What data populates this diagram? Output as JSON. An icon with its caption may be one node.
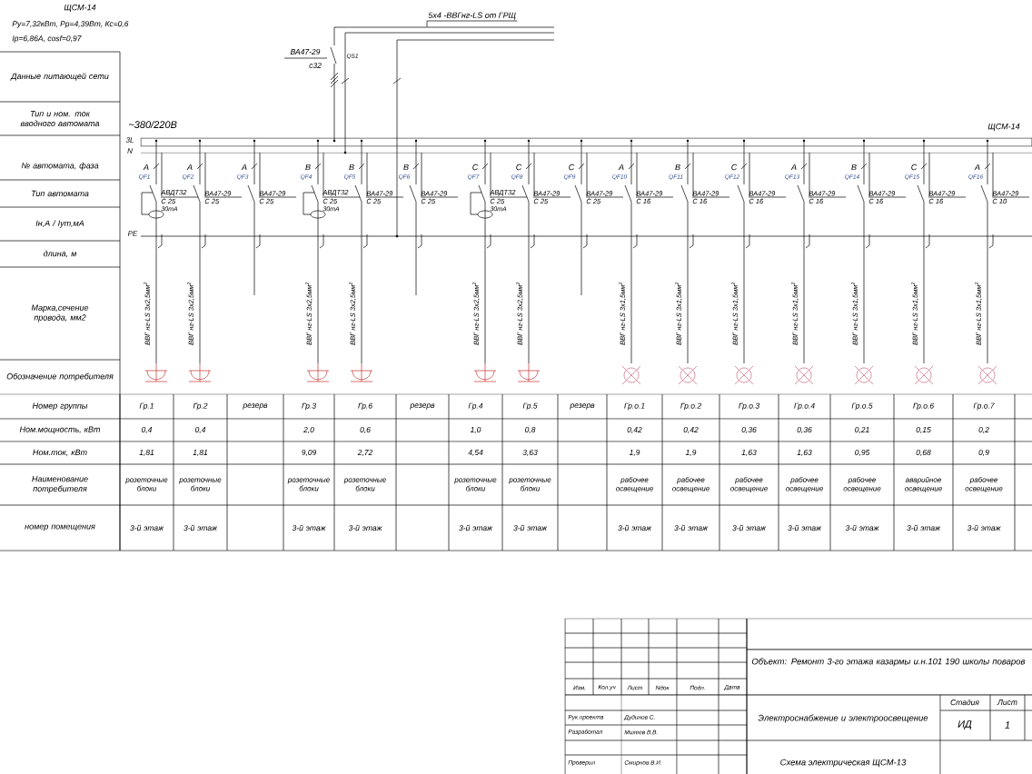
{
  "diagram": {
    "nodes": [
      {
        "text": [
          "5x4 -ВВГнг-LS от ГРЩ"
        ]
      },
      {
        "text": [],
        "shape": "cable"
      }
    ],
    "edges": [
      {
        "from": 0,
        "to": 1,
        "arrow": "none"
      }
    ],
    "labels": [
      "ЩСМ-14",
      "Ру=7,32кВт, Рр=4,39Вт, Кс=0,6",
      "Iр=6,86А, cosf=0,97",
      "ВА47-29",
      "с32",
      "QS1",
      "~380/220В",
      "ЩСМ-14",
      "3L",
      "N",
      "PE",
      "Данные питающей сети",
      "Тип и ном. ток вводного автомата",
      "№ автомата, фаза",
      "Тип автомата",
      "Iн,А / Iут,мА",
      "длина, м",
      "Марка,сечение провода, мм2",
      "Обозначение потребителя",
      "Номер группы",
      "Ном.мощность, кВт",
      "Ном.ток, кВт",
      "Наименование потребителя",
      "номер помещения",
      "A",
      "QF1",
      "АВДТ32",
      "С 25",
      "30mA",
      "ВВГ нг-LS 3x2,5мм$^{2}$",
      "A",
      "QF2",
      "ВА47-29",
      "С 25",
      "ВВГ нг-LS 3x2,5мм$^{2}$",
      "A",
      "QF3",
      "ВА47-29",
      "С 25",
      "B",
      "QF4",
      "АВДТ32",
      "С 25",
      "30mA",
      "ВВГ нг-LS 3x2,5мм$^{2}$",
      "B",
      "QF5",
      "ВА47-29",
      "С 25",
      "ВВГ нг-LS 3x2,5мм$^{2}$",
      "B",
      "QF6",
      "ВА47-29",
      "С 25",
      "C",
      "QF7",
      "АВДТ32",
      "С 25",
      "30mA",
      "ВВГ нг-LS 3x2,5мм$^{2}$",
      "C",
      "QF8",
      "ВА47-29",
      "С 25",
      "ВВГ нг-LS 3x2,5мм$^{2}$",
      "C",
      "QF9",
      "ВА47-29",
      "С 25",
      "A",
      "QF10",
      "ВА47-29",
      "С 16",
      "ВВГ нг-LS 3x1,5мм$^{2}$",
      "B",
      "QF11",
      "ВА47-29",
      "С 16",
      "ВВГ нг-LS 3x1,5мм$^{2}$",
      "C",
      "QF12",
      "ВА47-29",
      "С 16",
      "ВВГ нг-LS 3x1,5мм$^{2}$",
      "A",
      "QF13",
      "ВА47-29",
      "С 16",
      "ВВГ нг-LS 3x1,5мм$^{2}$",
      "B",
      "QF14",
      "ВА47-29",
      "С 16",
      "ВВГ нг-LS 3x1,5мм$^{2}$",
      "C",
      "QF15",
      "ВА47-29",
      "С 16",
      "ВВГ нг-LS 3x1,5мм$^{2}$",
      "A",
      "QF16",
      "ВА47-29",
      "С 10",
      "ВВГ нг-LS 3x1,5мм$^{2}$",
      "Гр.1",
      "Гр.2",
      "резерв",
      "Гр.3",
      "Гр.6",
      "резерв",
      "Гр.4",
      "Гр.5",
      "резерв",
      "Гр.о.1",
      "Гр.о.2",
      "Гр.о.3",
      "Гр.о.4",
      "Гр.о.5",
      "Гр.о.6",
      "Гр.о.7",
      "0,4",
      "0,4",
      "2,0",
      "0,6",
      "1,0",
      "0,8",
      "0,42",
      "0,42",
      "0,36",
      "0,36",
      "0,21",
      "0,15",
      "0,2",
      "1,81",
      "1,81",
      "9,09",
      "2,72",
      "4,54",
      "3,63",
      "1,9",
      "1,9",
      "1,63",
      "1,63",
      "0,95",
      "0,68",
      "0,9",
      "розеточные блоки",
      "розеточные блоки",
      "розеточные блоки",
      "розеточные блоки",
      "розеточные блоки",
      "розеточные блоки",
      "рабочее освещение",
      "рабочее освещение",
      "рабочее освещение",
      "рабочее освещение",
      "рабочее освещение",
      "аварийное освещение",
      "рабочее освещение",
      "3-й этаж",
      "3-й этаж",
      "3-й этаж",
      "3-й этаж",
      "3-й этаж",
      "3-й этаж",
      "3-й этаж",
      "3-й этаж",
      "3-й этаж",
      "3-й этаж",
      "3-й этаж",
      "3-й этаж",
      "3-й этаж",
      "Объект:  Ремонт 3-го этажа казармы и.н.101 190 школы поваров",
      "Изм.",
      "Кол.уч",
      "Лист",
      "Nдок",
      "Подп.",
      "Дата",
      "Стадия",
      "Лист",
      "Электроснабжение и электроосвещение",
      "Рук.проекта",
      "Дудинов С.",
      "ИД",
      "1",
      "Разработал",
      "Михеев В.В.",
      "Проверил",
      "Смирнов В.И.",
      "Схема электрическая ЩСМ-13"
    ]
  }
}
